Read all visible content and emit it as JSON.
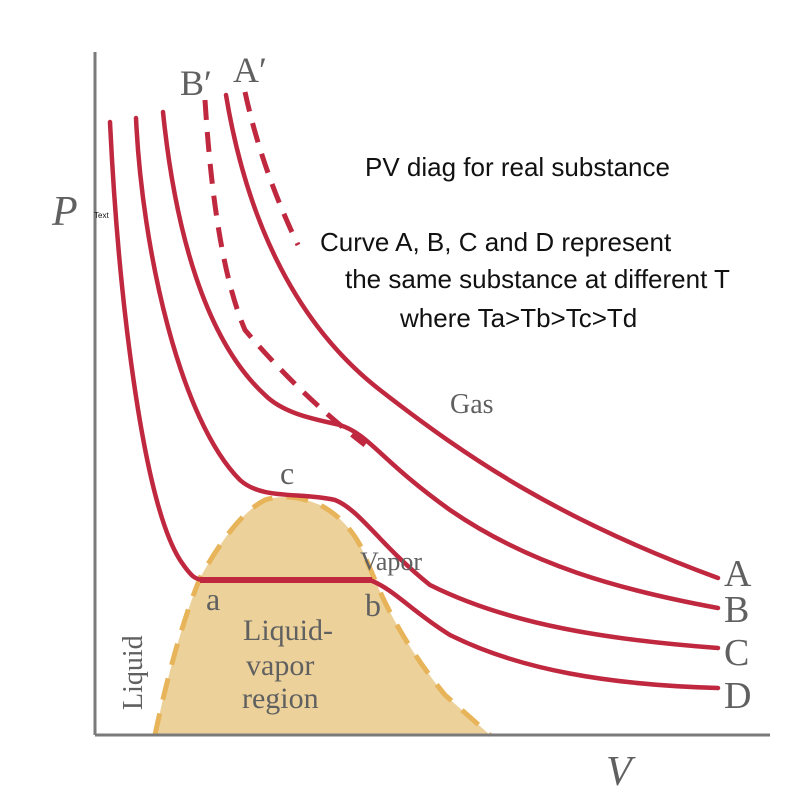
{
  "axes": {
    "y_label": "P",
    "x_label": "V"
  },
  "curve_labels": {
    "A": "A",
    "B": "B",
    "C": "C",
    "D": "D"
  },
  "dashed_labels": {
    "b_prime": "B′",
    "a_prime": "A′"
  },
  "point_labels": {
    "a": "a",
    "b": "b",
    "c": "c"
  },
  "region_labels": {
    "gas": "Gas",
    "vapor": "Vapor",
    "liquid": "Liquid",
    "liquid_vapor": [
      "Liquid-",
      "vapor",
      "region"
    ]
  },
  "annotations": {
    "tiny_text": "Text",
    "title": "PV diag for real substance",
    "note_lines": [
      "Curve A, B, C and D represent",
      "the same substance at different T",
      "where Ta>Tb>Tc>Td"
    ]
  },
  "colors": {
    "curve": "#c0283f",
    "region_fill": "#ecd29a",
    "region_border": "#e8b45a",
    "axis": "#7a7a7a"
  }
}
